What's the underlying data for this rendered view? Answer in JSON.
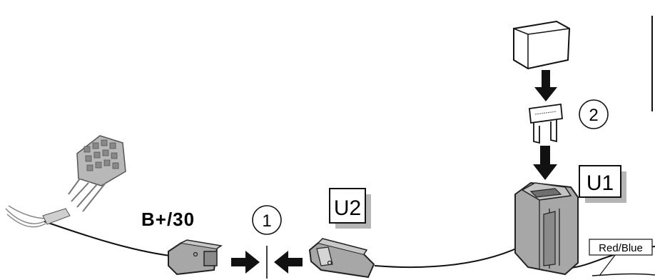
{
  "labels": {
    "b_plus": "B+/30",
    "step_1": "1",
    "step_2": "2",
    "u1": "U1",
    "u2": "U2",
    "wire_color": "Red/Blue"
  },
  "colors": {
    "connector_fill": "#a7a7a7",
    "connector_dark": "#6f6f6f",
    "wire": "#111111",
    "label_box_shadow": "#b5b5b5",
    "arrow": "#111111"
  }
}
